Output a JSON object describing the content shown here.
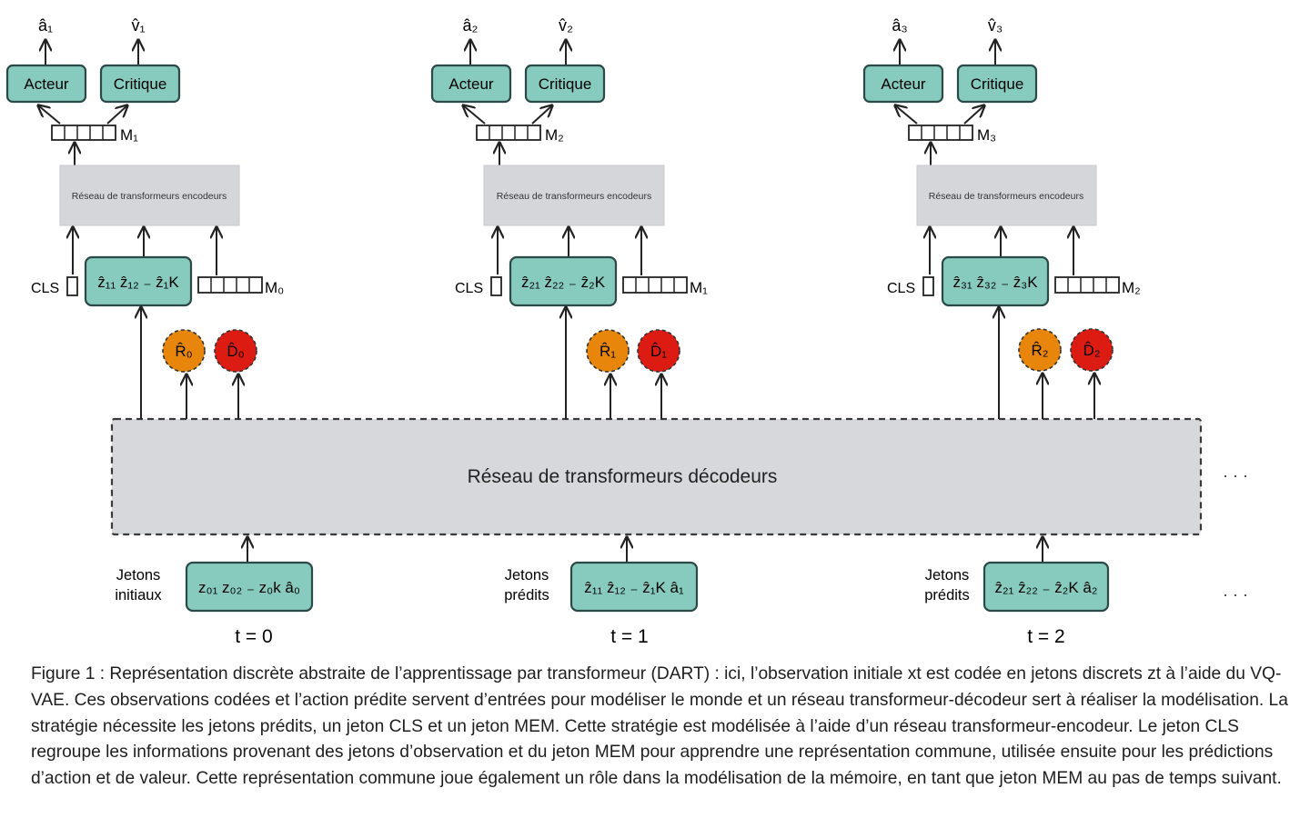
{
  "diagram": {
    "actor_label": "Acteur",
    "critic_label": "Critique",
    "encoder_label": "Réseau de transformeurs encodeurs",
    "decoder_label": "Réseau de transformeurs décodeurs",
    "cls_label": "CLS",
    "ellipsis": "· · ·",
    "columns": [
      {
        "action_out": "â₁",
        "value_out": "v̂₁",
        "memory_out": "M₁",
        "memory_in": "M₀",
        "encoder_tokens": "ẑ₁₁ ẑ₁₂ ₋ ẑ₁K",
        "reward": "R̂₀",
        "done": "D̂₀",
        "input_label_line1": "Jetons",
        "input_label_line2": "initiaux",
        "input_tokens": "z₀₁ z₀₂ ₋ z₀k â₀",
        "timestep": "t = 0"
      },
      {
        "action_out": "â₂",
        "value_out": "v̂₂",
        "memory_out": "M₂",
        "memory_in": "M₁",
        "encoder_tokens": "ẑ₂₁ ẑ₂₂ ₋ ẑ₂K",
        "reward": "R̂₁",
        "done": "D̂₁",
        "input_label_line1": "Jetons",
        "input_label_line2": "prédits",
        "input_tokens": "ẑ₁₁ ẑ₁₂ ₋ ẑ₁K â₁",
        "timestep": "t = 1"
      },
      {
        "action_out": "â₃",
        "value_out": "v̂₃",
        "memory_out": "M₃",
        "memory_in": "M₂",
        "encoder_tokens": "ẑ₃₁ ẑ₃₂ ₋ ẑ₃K",
        "reward": "R̂₂",
        "done": "D̂₂",
        "input_label_line1": "Jetons",
        "input_label_line2": "prédits",
        "input_tokens": "ẑ₂₁ ẑ₂₂ ₋ ẑ₂K â₂",
        "timestep": "t = 2"
      }
    ]
  },
  "colors": {
    "teal_fill": "#86cbbe",
    "teal_stroke": "#2b4a47",
    "encoder_fill": "#d4d6da",
    "decoder_fill": "#d6d8dc",
    "reward_fill": "#e8860c",
    "done_fill": "#dc1c12"
  },
  "caption": "Figure 1 : Représentation discrète abstraite de l’apprentissage par transformeur (DART) : ici, l’observation initiale xt est codée en jetons discrets zt à l’aide du VQ-VAE. Ces observations codées et l’action prédite servent d’entrées pour modéliser le monde et un réseau transformeur-décodeur sert à réaliser la modélisation. La stratégie nécessite les jetons prédits, un jeton CLS et un jeton MEM. Cette stratégie est modélisée à l’aide d’un réseau transformeur-encodeur. Le jeton CLS regroupe les informations provenant des jetons d’observation et du jeton MEM pour apprendre une représentation commune, utilisée ensuite pour les prédictions d’action et de valeur. Cette représentation commune joue également un rôle dans la modélisation de la mémoire, en tant que jeton MEM au pas de temps suivant."
}
